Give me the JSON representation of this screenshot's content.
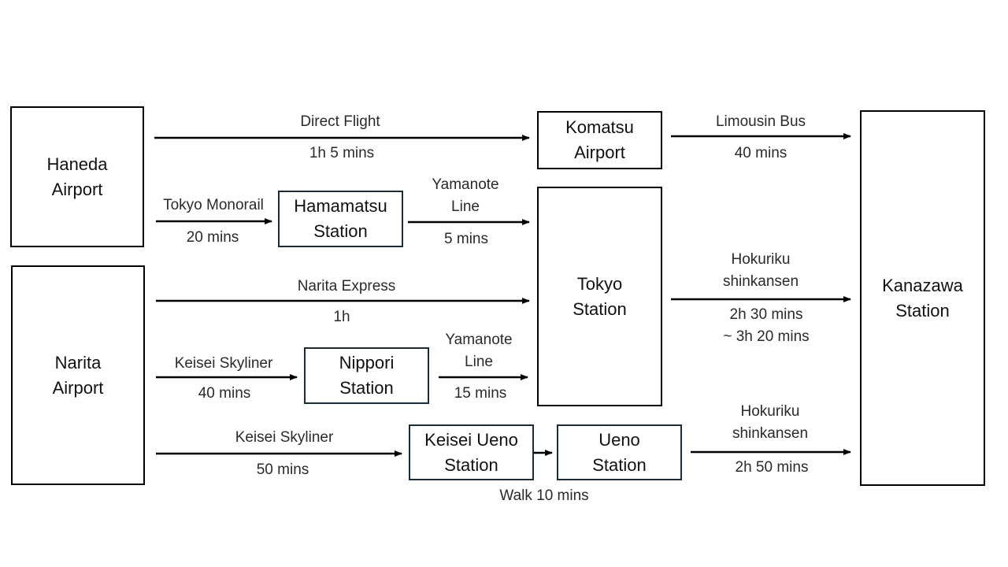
{
  "nodes": {
    "haneda": "Haneda\nAirport",
    "narita": "Narita\nAirport",
    "hamamatsu": "Hamamatsu\nStation",
    "nippori": "Nippori\nStation",
    "keisei_ueno": "Keisei Ueno\nStation",
    "ueno": "Ueno\nStation",
    "komatsu": "Komatsu\nAirport",
    "tokyo": "Tokyo\nStation",
    "kanazawa": "Kanazawa\nStation"
  },
  "routes": {
    "direct_flight": {
      "name": "Direct Flight",
      "time": "1h 5 mins"
    },
    "limousin_bus": {
      "name": "Limousin Bus",
      "time": "40 mins"
    },
    "tokyo_monorail": {
      "name": "Tokyo Monorail",
      "time": "20 mins"
    },
    "yamanote_hamamatsu": {
      "name": "Yamanote\nLine",
      "time": "5 mins"
    },
    "narita_express": {
      "name": "Narita Express",
      "time": "1h"
    },
    "hokuriku_tokyo": {
      "name": "Hokuriku\nshinkansen",
      "time": "2h 30 mins\n~ 3h 20 mins"
    },
    "keisei_skyliner_nippori": {
      "name": "Keisei   Skyliner",
      "time": "40 mins"
    },
    "yamanote_nippori": {
      "name": "Yamanote\nLine",
      "time": "15 mins"
    },
    "keisei_skyliner_ueno": {
      "name": "Keisei   Skyliner",
      "time": "50 mins"
    },
    "walk": {
      "name": "Walk 10 mins"
    },
    "hokuriku_ueno": {
      "name": "Hokuriku\nshinkansen",
      "time": "2h 50 mins"
    }
  }
}
